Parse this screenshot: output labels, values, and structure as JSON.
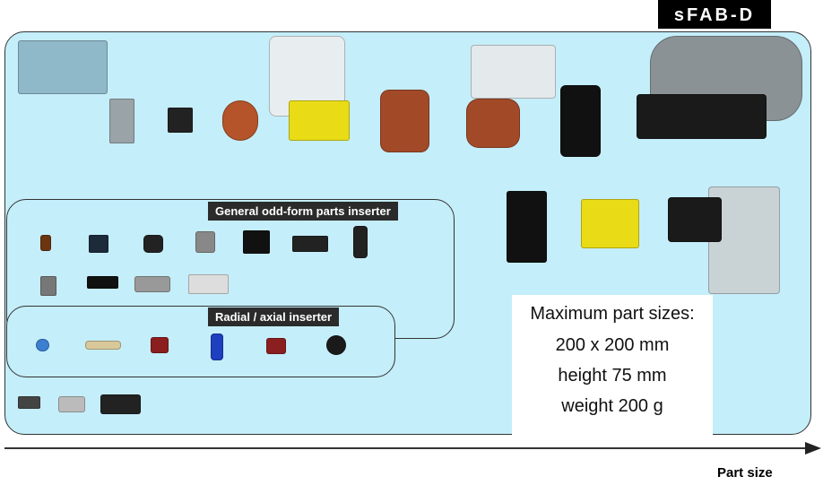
{
  "badge": "sFAB-D",
  "odd_form_label": "General odd-form parts inserter",
  "radial_label": "Radial / axial inserter",
  "specs": {
    "title": "Maximum part sizes:",
    "size": "200 x 200 mm",
    "height": "height  75 mm",
    "weight": "weight  200 g"
  },
  "axis_label": "Part size",
  "colors": {
    "panel": "#c4eefa",
    "border": "#333333",
    "label_bg": "#2b2b2b"
  }
}
